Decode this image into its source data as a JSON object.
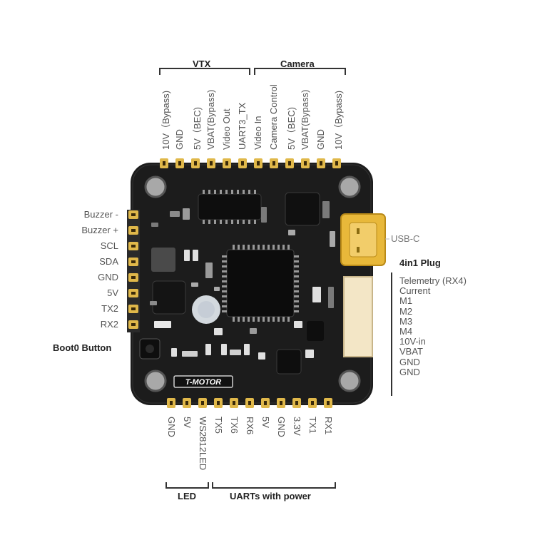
{
  "groups": {
    "vtx": "VTX",
    "camera": "Camera",
    "led": "LED",
    "uarts": "UARTs with power",
    "plug": "4in1 Plug",
    "boot": "Boot0 Button",
    "usb": "USB-C"
  },
  "top_pins": [
    "10V（Bypass)",
    "GND",
    "5V（BEC)",
    "VBAT(Bypass)",
    "Video Out",
    "UART3_TX",
    "Video In",
    "Camera Control",
    "5V（BEC)",
    "VBAT(Bypass)",
    "GND",
    "10V（Bypass)"
  ],
  "bottom_pins": [
    "GND",
    "5V",
    "WS2812LED",
    "TX5",
    "TX6",
    "RX6",
    "5V",
    "GND",
    "3.3V",
    "TX1",
    "RX1"
  ],
  "left_pins": [
    "Buzzer -",
    "Buzzer +",
    "SCL",
    "SDA",
    "GND",
    "5V",
    "TX2",
    "RX2"
  ],
  "plug_pins": [
    "Telemetry (RX4)",
    "Current",
    "M1",
    "M2",
    "M3",
    "M4",
    "10V-in",
    "VBAT",
    "GND",
    "GND"
  ],
  "logo": "T-MOTOR"
}
